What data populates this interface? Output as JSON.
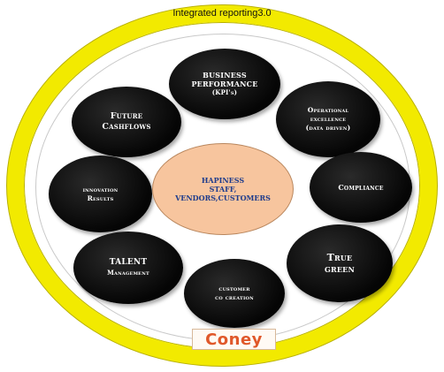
{
  "title": "Integrated reporting3.0",
  "center": {
    "lines": [
      "HAPINESS",
      "STAFF,",
      "VENDORS,CUSTOMERS"
    ]
  },
  "nodes": {
    "business_performance": [
      "BUSINESS",
      "PERFORMANCE",
      "(KPI's)"
    ],
    "operational_excellence": [
      "Operational",
      "excellence",
      "(data driven)"
    ],
    "compliance": [
      "Compliance"
    ],
    "true_green": [
      "True",
      "green"
    ],
    "customer_co_creation": [
      "customer",
      "co creation"
    ],
    "talent_management": [
      "TALENT",
      "Management"
    ],
    "innovation_results": [
      "innovation",
      "Results"
    ],
    "future_cashflows": [
      "Future",
      "Cashflows"
    ]
  },
  "logo": {
    "text": "Coney"
  },
  "colors": {
    "ring": "#f2ea00",
    "node": "#050505",
    "center_fill": "#f7c59e",
    "center_text": "#1e3c8c",
    "logo_text": "#e0582a"
  }
}
